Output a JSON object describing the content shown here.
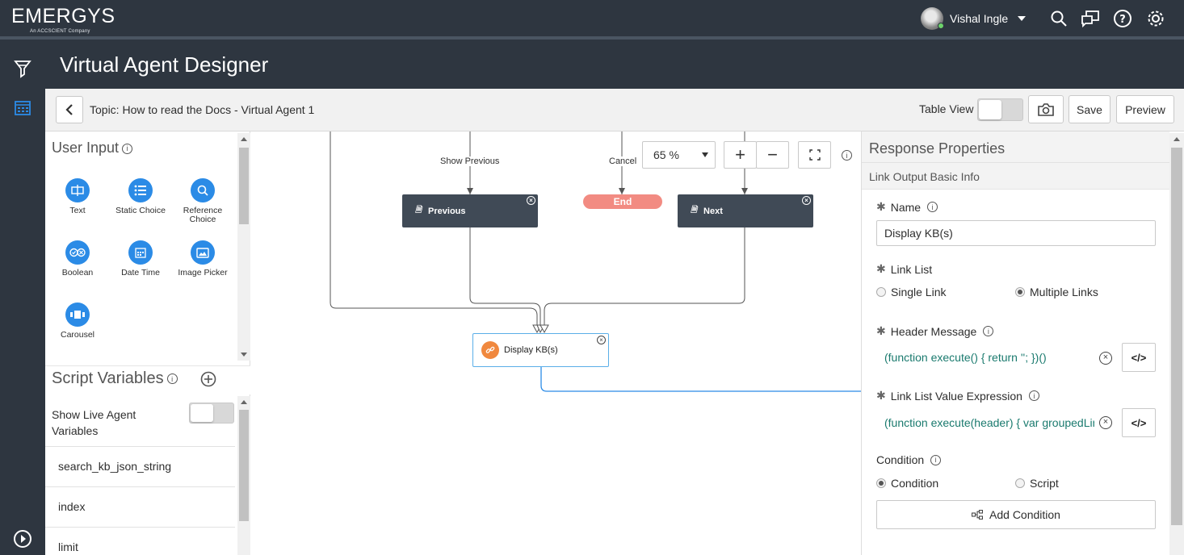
{
  "brand": {
    "name": "EMERGYS",
    "tagline": "An ACCSCIENT Company"
  },
  "user": {
    "name": "Vishal Ingle"
  },
  "header": {
    "title": "Virtual Agent Designer"
  },
  "toolbar": {
    "topic": "Topic: How to read the Docs - Virtual Agent 1",
    "table_view_label": "Table View",
    "save_label": "Save",
    "preview_label": "Preview"
  },
  "palette": {
    "user_input_title": "User Input",
    "items": [
      {
        "label": "Text",
        "icon": "text-input-icon"
      },
      {
        "label": "Static Choice",
        "icon": "list-icon"
      },
      {
        "label": "Reference Choice",
        "icon": "search-icon"
      },
      {
        "label": "Boolean",
        "icon": "boolean-icon"
      },
      {
        "label": "Date Time",
        "icon": "calendar-icon"
      },
      {
        "label": "Image Picker",
        "icon": "image-icon"
      },
      {
        "label": "Carousel",
        "icon": "carousel-icon"
      }
    ],
    "script_variables_title": "Script Variables",
    "live_agent_label": "Show Live Agent Variables",
    "variables": [
      "search_kb_json_string",
      "index",
      "limit"
    ]
  },
  "canvas": {
    "zoom": "65 %",
    "edges": {
      "show_previous": "Show Previous",
      "cancel": "Cancel"
    },
    "nodes": {
      "previous": "Previous",
      "end": "End",
      "next": "Next",
      "display": "Display KB(s)"
    }
  },
  "props": {
    "title": "Response Properties",
    "subtitle": "Link Output Basic Info",
    "name_label": "Name",
    "name_value": "Display KB(s)",
    "link_list_label": "Link List",
    "link_list_options": [
      "Single Link",
      "Multiple Links"
    ],
    "link_list_selected": "Multiple Links",
    "header_message_label": "Header Message",
    "header_message_value": "(function execute() { return ''; })()",
    "link_expr_label": "Link List Value Expression",
    "link_expr_value": "(function execute(header) { var groupedLinks",
    "condition_label": "Condition",
    "condition_options": [
      "Condition",
      "Script"
    ],
    "condition_selected": "Condition",
    "add_condition_label": "Add Condition"
  },
  "colors": {
    "brand_dark": "#2e3640",
    "accent_blue": "#2b8be6",
    "end_node": "#f28b82",
    "code_green": "#1a7a6e"
  }
}
